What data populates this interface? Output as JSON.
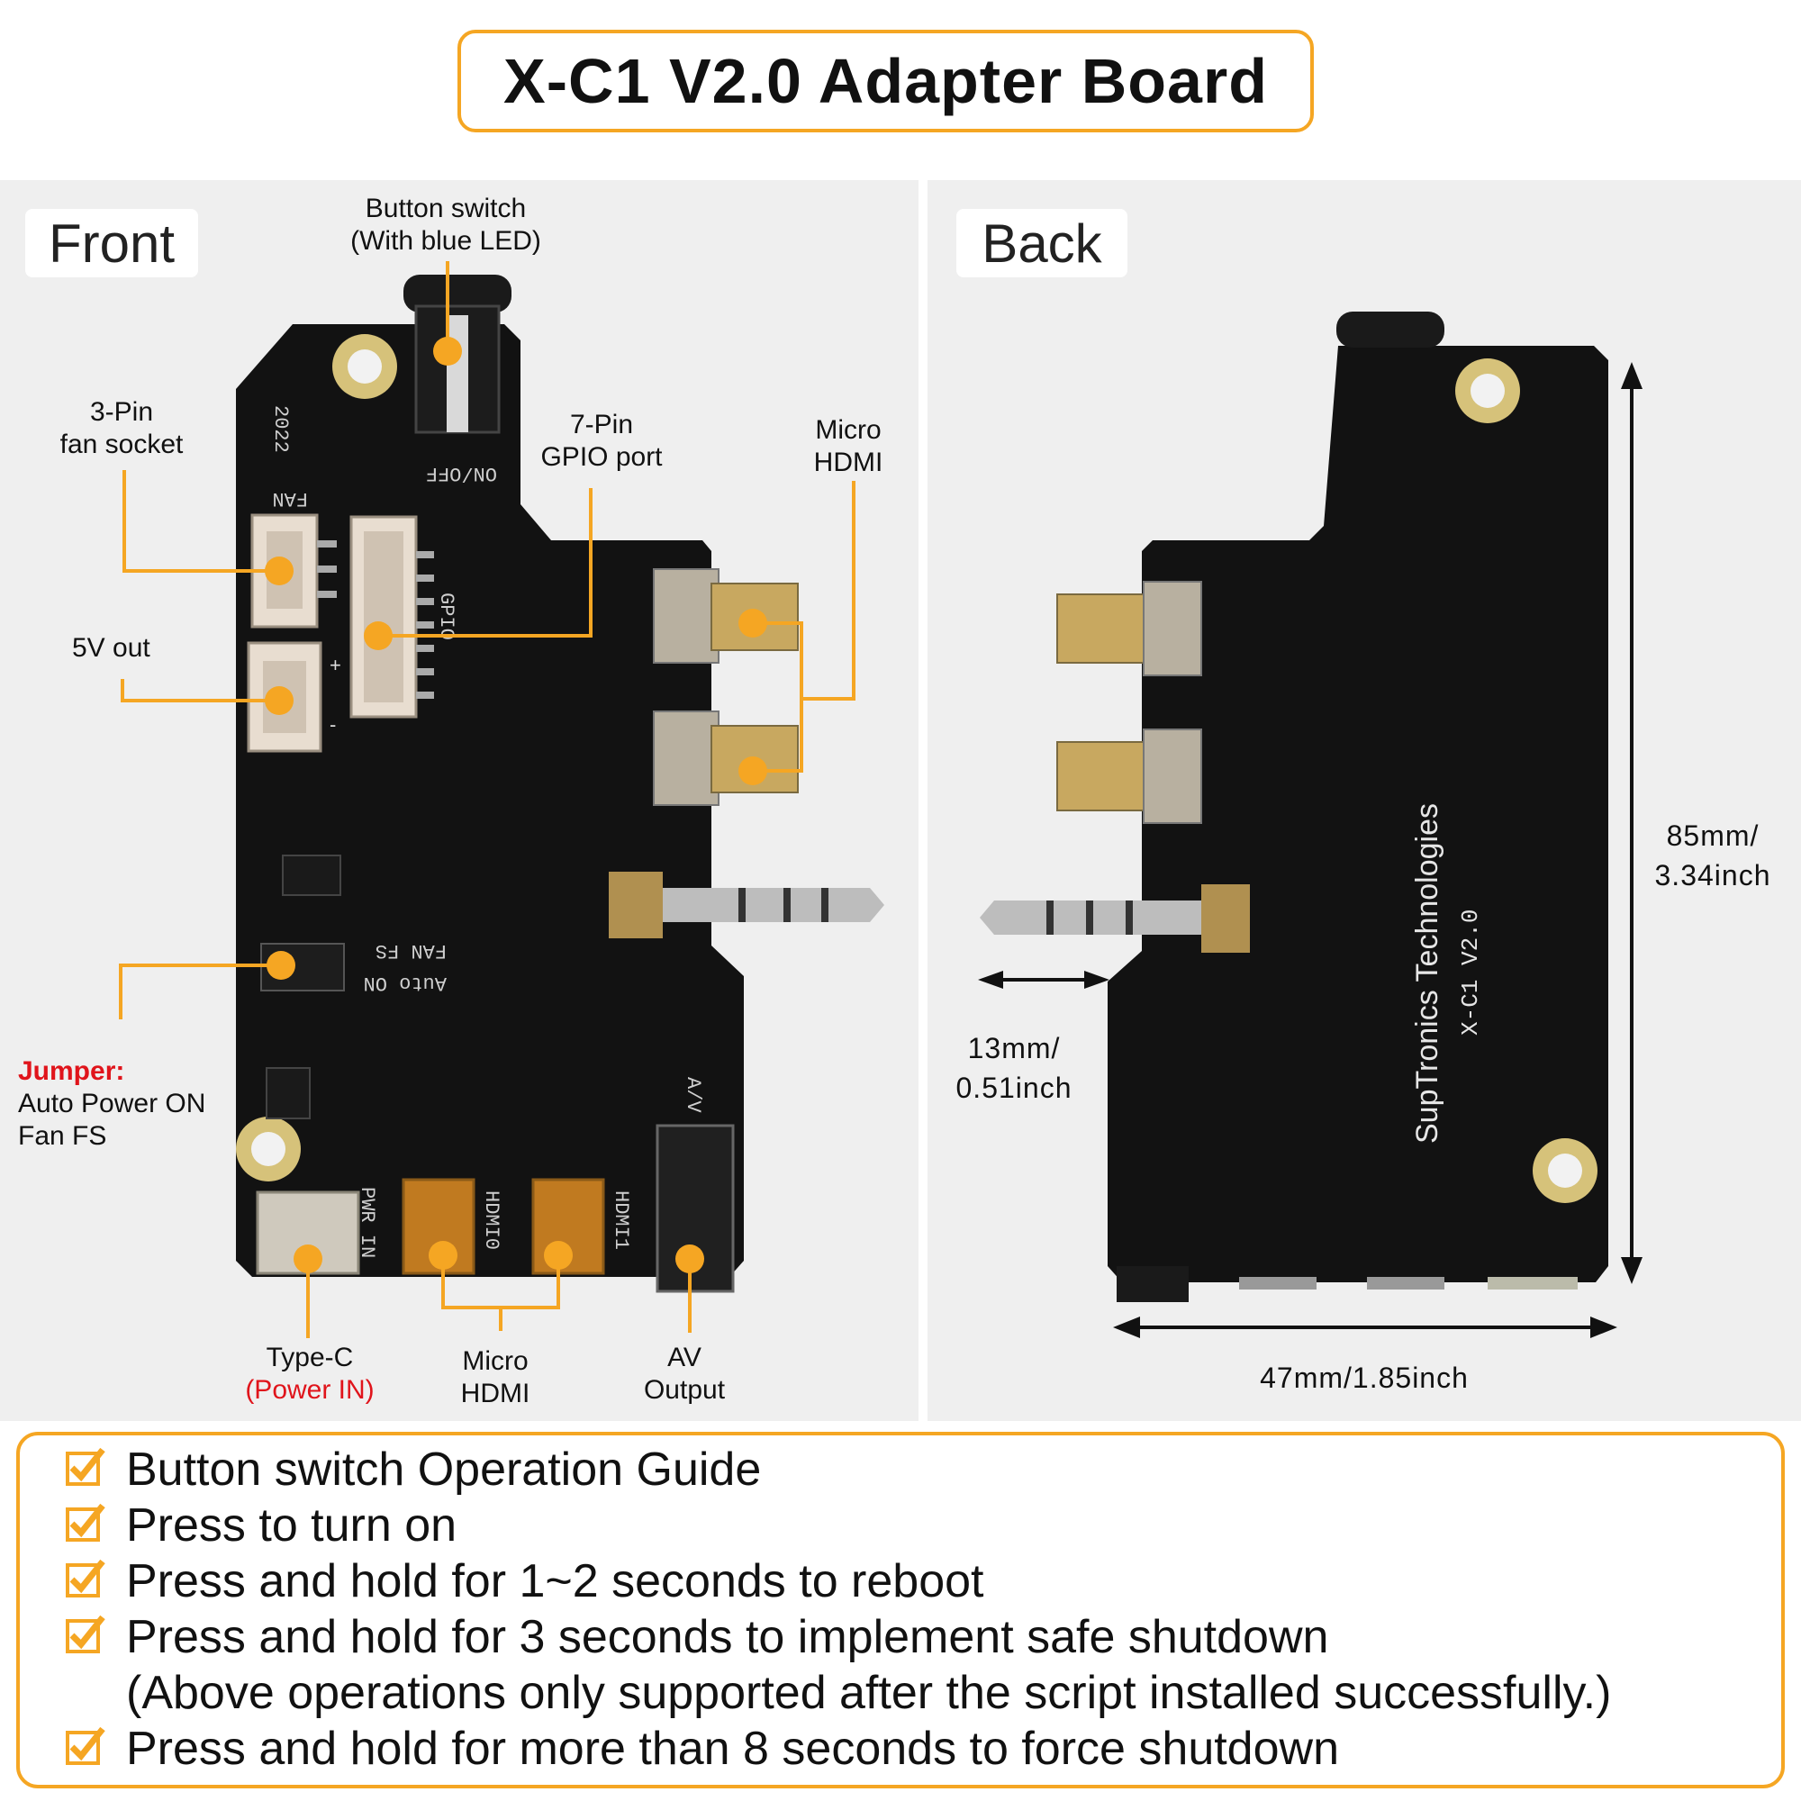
{
  "title": "X-C1 V2.0 Adapter Board",
  "front": {
    "tag": "Front",
    "labels": {
      "button_switch": [
        "Button switch",
        "(With blue LED)"
      ],
      "fan_socket": [
        "3-Pin",
        "fan socket"
      ],
      "gpio_port": [
        "7-Pin",
        "GPIO port"
      ],
      "micro_hdmi_top": [
        "Micro",
        "HDMI"
      ],
      "five_v_out": "5V out",
      "jumper_title": "Jumper:",
      "jumper_lines": [
        "Auto Power ON",
        "Fan FS"
      ],
      "type_c": "Type-C",
      "power_in": "(Power IN)",
      "micro_hdmi_bottom": [
        "Micro",
        "HDMI"
      ],
      "av_output": [
        "AV",
        "Output"
      ]
    },
    "silkscreen": {
      "year": "2022",
      "on_off": "ON/OFF",
      "fan": "FAN",
      "gpio": "GPIO",
      "fan_fs": "FAN FS",
      "auto_on": "Auto ON",
      "pwr_in": "PWR IN",
      "hdmi0": "HDMI0",
      "hdmi1": "HDMI1",
      "av": "A/V"
    }
  },
  "back": {
    "tag": "Back",
    "brand_text": "SupTronics Technologies",
    "model_text": "X-C1 V2.0",
    "dimensions": {
      "height": [
        "85mm/",
        "3.34inch"
      ],
      "jack": [
        "13mm/",
        "0.51inch"
      ],
      "width": "47mm/1.85inch"
    }
  },
  "guide": {
    "items": [
      "Button switch Operation Guide",
      "Press to turn on",
      "Press and hold for 1~2 seconds to reboot",
      "Press and hold for 3 seconds to implement safe shutdown",
      "(Above operations only supported after the script installed successfully.)",
      "Press and hold for more than 8 seconds to force shutdown"
    ]
  },
  "colors": {
    "accent": "#f5a623",
    "pcb": "#111111",
    "panel": "#efefef",
    "warning": "#e0141b"
  }
}
